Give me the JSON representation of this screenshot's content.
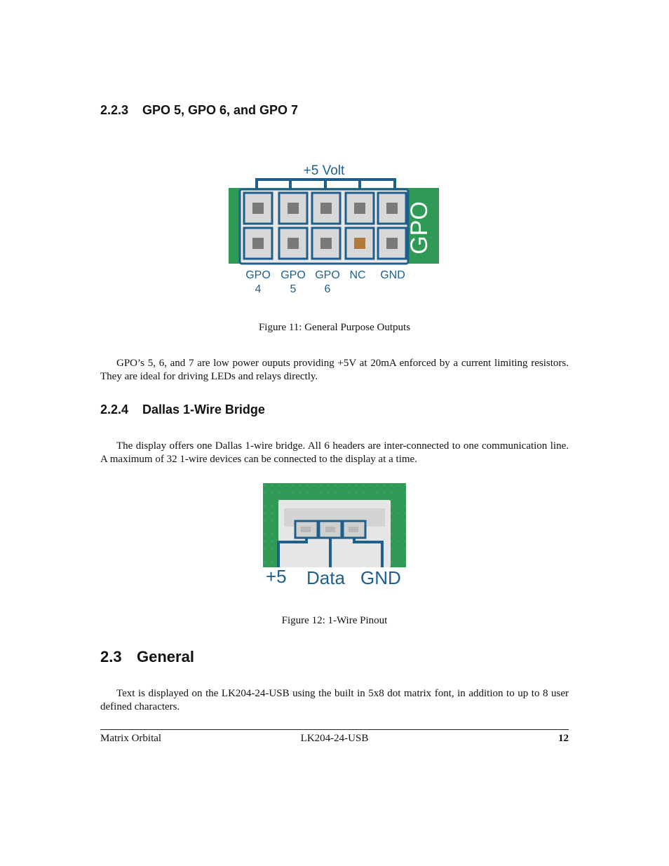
{
  "sections": {
    "gpo": {
      "number": "2.2.3",
      "title": "GPO 5, GPO 6, and GPO 7"
    },
    "dallas": {
      "number": "2.2.4",
      "title": "Dallas 1-Wire Bridge"
    },
    "general": {
      "number": "2.3",
      "title": "General"
    }
  },
  "figure11": {
    "caption": "Figure 11: General Purpose Outputs",
    "top_label": "+5 Volt",
    "side_label": "GPO",
    "pins": [
      {
        "line1": "GPO",
        "line2": "4"
      },
      {
        "line1": "GPO",
        "line2": "5"
      },
      {
        "line1": "GPO",
        "line2": "6"
      },
      {
        "line1": "NC",
        "line2": ""
      },
      {
        "line1": "GND",
        "line2": ""
      }
    ]
  },
  "figure12": {
    "caption": "Figure 12: 1-Wire Pinout",
    "labels": [
      "+5",
      "Data",
      "GND"
    ]
  },
  "paragraphs": {
    "gpo": "GPO’s 5, 6, and 7 are low power ouputs providing +5V at 20mA enforced by a current limiting resistors. They are ideal for driving LEDs and relays directly.",
    "dallas": "The display offers one Dallas 1-wire bridge. All 6 headers are inter-connected to one communication line. A maximum of 32 1-wire devices can be connected to the display at a time.",
    "general": "Text is displayed on the LK204-24-USB using the built in 5x8 dot matrix font, in addition to up to 8 user defined characters."
  },
  "footer": {
    "left": "Matrix Orbital",
    "center": "LK204-24-USB",
    "page": "12"
  },
  "colors": {
    "accent": "#1f5f8b",
    "pcb_green": "#2f9a55"
  }
}
